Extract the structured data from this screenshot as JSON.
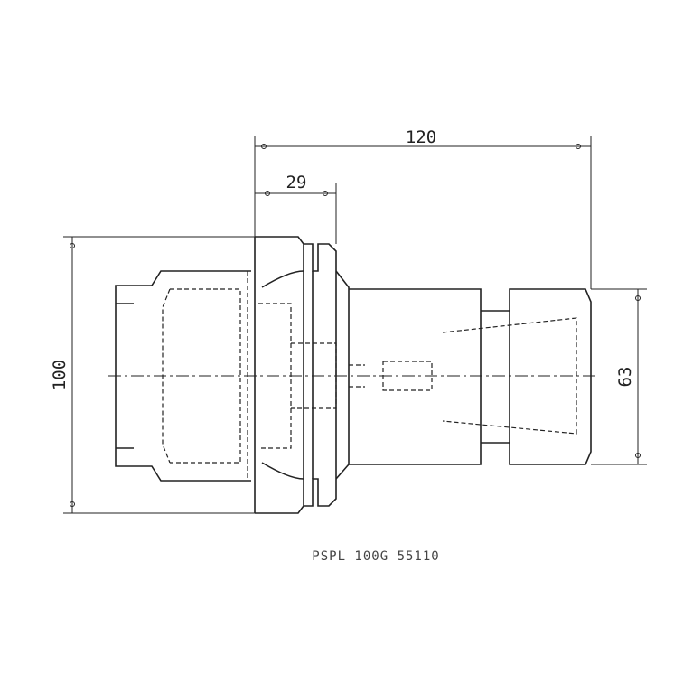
{
  "drawing": {
    "dimensions": {
      "overall_length": "120",
      "flange_length": "29",
      "flange_diameter": "100",
      "nose_diameter": "63"
    },
    "caption": "PSPL 100G 55110"
  }
}
